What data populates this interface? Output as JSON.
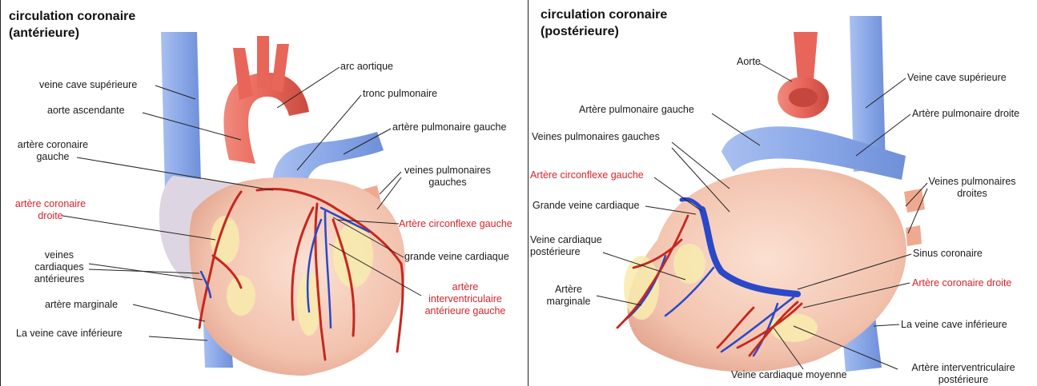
{
  "colors": {
    "vessel_blue": "#8aa8e8",
    "aorta_red": "#e8655a",
    "heart_skin": "#f3c7b2",
    "artery_red": "#c7261e",
    "vein_blue": "#2a48c8",
    "label_red": "#d9232a"
  },
  "anterior": {
    "title_line1": "circulation coronaire",
    "title_line2": "(antérieure)",
    "labels": {
      "arc_aortique": "arc aortique",
      "veine_cave_sup": "veine cave supérieure",
      "tronc_pulmonaire": "tronc pulmonaire",
      "aorte_ascendante": "aorte ascendante",
      "artere_pulm_gauche": "artère pulmonaire gauche",
      "coronaire_gauche_1": "artère coronaire",
      "coronaire_gauche_2": "gauche",
      "veines_pulm_g_1": "veines pulmonaires",
      "veines_pulm_g_2": "gauches",
      "coronaire_droite_1": "artère coronaire",
      "coronaire_droite_2": "droite",
      "circonflexe_gauche": "Artère circonflexe gauche",
      "grande_veine": "grande veine cardiaque",
      "veines_card_ant_1": "veines",
      "veines_card_ant_2": "cardiaques",
      "veines_card_ant_3": "antérieures",
      "interventriculaire_1": "artère",
      "interventriculaire_2": "interventriculaire",
      "interventriculaire_3": "antérieure gauche",
      "marginale": "artère marginale",
      "veine_cave_inf": "La veine cave inférieure"
    }
  },
  "posterior": {
    "title_line1": "circulation coronaire",
    "title_line2": "(postérieure)",
    "labels": {
      "aorte": "Aorte",
      "veine_cave_sup": "Veine cave supérieure",
      "artere_pulm_gauche": "Artère pulmonaire gauche",
      "artere_pulm_droite": "Artère pulmonaire droite",
      "veines_pulm_gauches": "Veines pulmonaires gauches",
      "circonflexe_gauche": "Artère circonflexe gauche",
      "veines_pulm_dr_1": "Veines pulmonaires",
      "veines_pulm_dr_2": "droites",
      "grande_veine": "Grande veine cardiaque",
      "veine_post_1": "Veine cardiaque",
      "veine_post_2": "postérieure",
      "sinus": "Sinus coronaire",
      "marginale_1": "Artère",
      "marginale_2": "marginale",
      "coronaire_droite": "Artère coronaire droite",
      "veine_cave_inf": "La veine cave inférieure",
      "veine_moyenne": "Veine cardiaque moyenne",
      "interventriculaire_1": "Artère interventriculaire",
      "interventriculaire_2": "postérieure"
    }
  }
}
